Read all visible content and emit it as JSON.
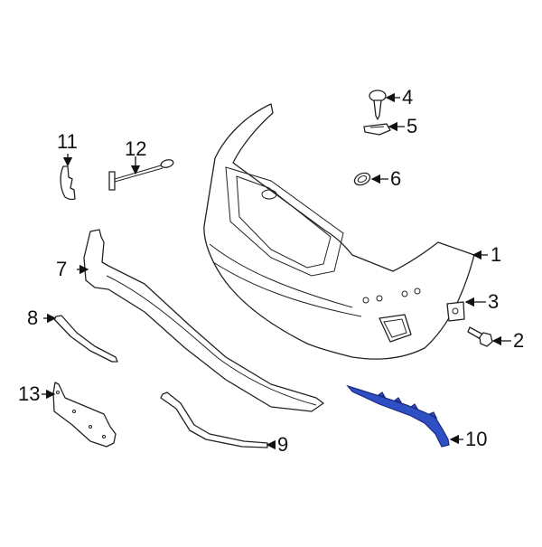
{
  "diagram": {
    "type": "exploded parts diagram",
    "subject": "Front bumper cover assembly",
    "highlight_color": "#2f4fc4",
    "highlighted_part": "10",
    "callouts": [
      {
        "id": "1",
        "label": "1",
        "part": "bumper-cover"
      },
      {
        "id": "2",
        "label": "2",
        "part": "bolt"
      },
      {
        "id": "3",
        "label": "3",
        "part": "clip-nut"
      },
      {
        "id": "4",
        "label": "4",
        "part": "screw"
      },
      {
        "id": "5",
        "label": "5",
        "part": "clip"
      },
      {
        "id": "6",
        "label": "6",
        "part": "grommet"
      },
      {
        "id": "7",
        "label": "7",
        "part": "lower-trim-strip"
      },
      {
        "id": "8",
        "label": "8",
        "part": "side-molding"
      },
      {
        "id": "9",
        "label": "9",
        "part": "lower-molding"
      },
      {
        "id": "10",
        "label": "10",
        "part": "trim-molding-highlighted"
      },
      {
        "id": "11",
        "label": "11",
        "part": "tow-eye-cover"
      },
      {
        "id": "12",
        "label": "12",
        "part": "tow-eye-retainer"
      },
      {
        "id": "13",
        "label": "13",
        "part": "license-plate-bracket"
      }
    ]
  }
}
